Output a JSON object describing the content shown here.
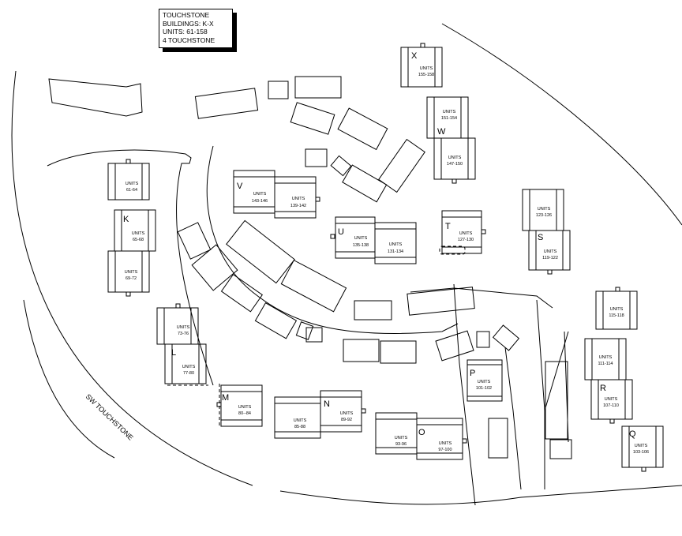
{
  "legend": {
    "line1": "TOUCHSTONE",
    "line2": "BUILDINGS: K-X",
    "line3": "UNITS: 61-158",
    "line4": "4 TOUCHSTONE"
  },
  "street": {
    "name": "SW TOUCHSTONE"
  },
  "units_word": "UNITS",
  "buildings": [
    {
      "letter": "K",
      "units": [
        "61-64",
        "65-68",
        "69-72"
      ]
    },
    {
      "letter": "L",
      "units": [
        "73-76",
        "77-80"
      ]
    },
    {
      "letter": "M",
      "units": [
        "80--84"
      ]
    },
    {
      "letter": "N",
      "units": [
        "85-88",
        "89-92"
      ]
    },
    {
      "letter": "O",
      "units": [
        "93-96",
        "97-100"
      ]
    },
    {
      "letter": "P",
      "units": [
        "101-102"
      ]
    },
    {
      "letter": "Q",
      "units": [
        "103-106"
      ]
    },
    {
      "letter": "R",
      "units": [
        "107-110",
        "111-114",
        "115-118"
      ]
    },
    {
      "letter": "S",
      "units": [
        "119-122",
        "123-126"
      ]
    },
    {
      "letter": "T",
      "units": [
        "127-130"
      ]
    },
    {
      "letter": "U",
      "units": [
        "131-134",
        "135-138"
      ]
    },
    {
      "letter": "V",
      "units": [
        "139-142",
        "143-146"
      ]
    },
    {
      "letter": "W",
      "units": [
        "147-150",
        "151-154"
      ]
    },
    {
      "letter": "X",
      "units": [
        "155-158"
      ]
    }
  ]
}
